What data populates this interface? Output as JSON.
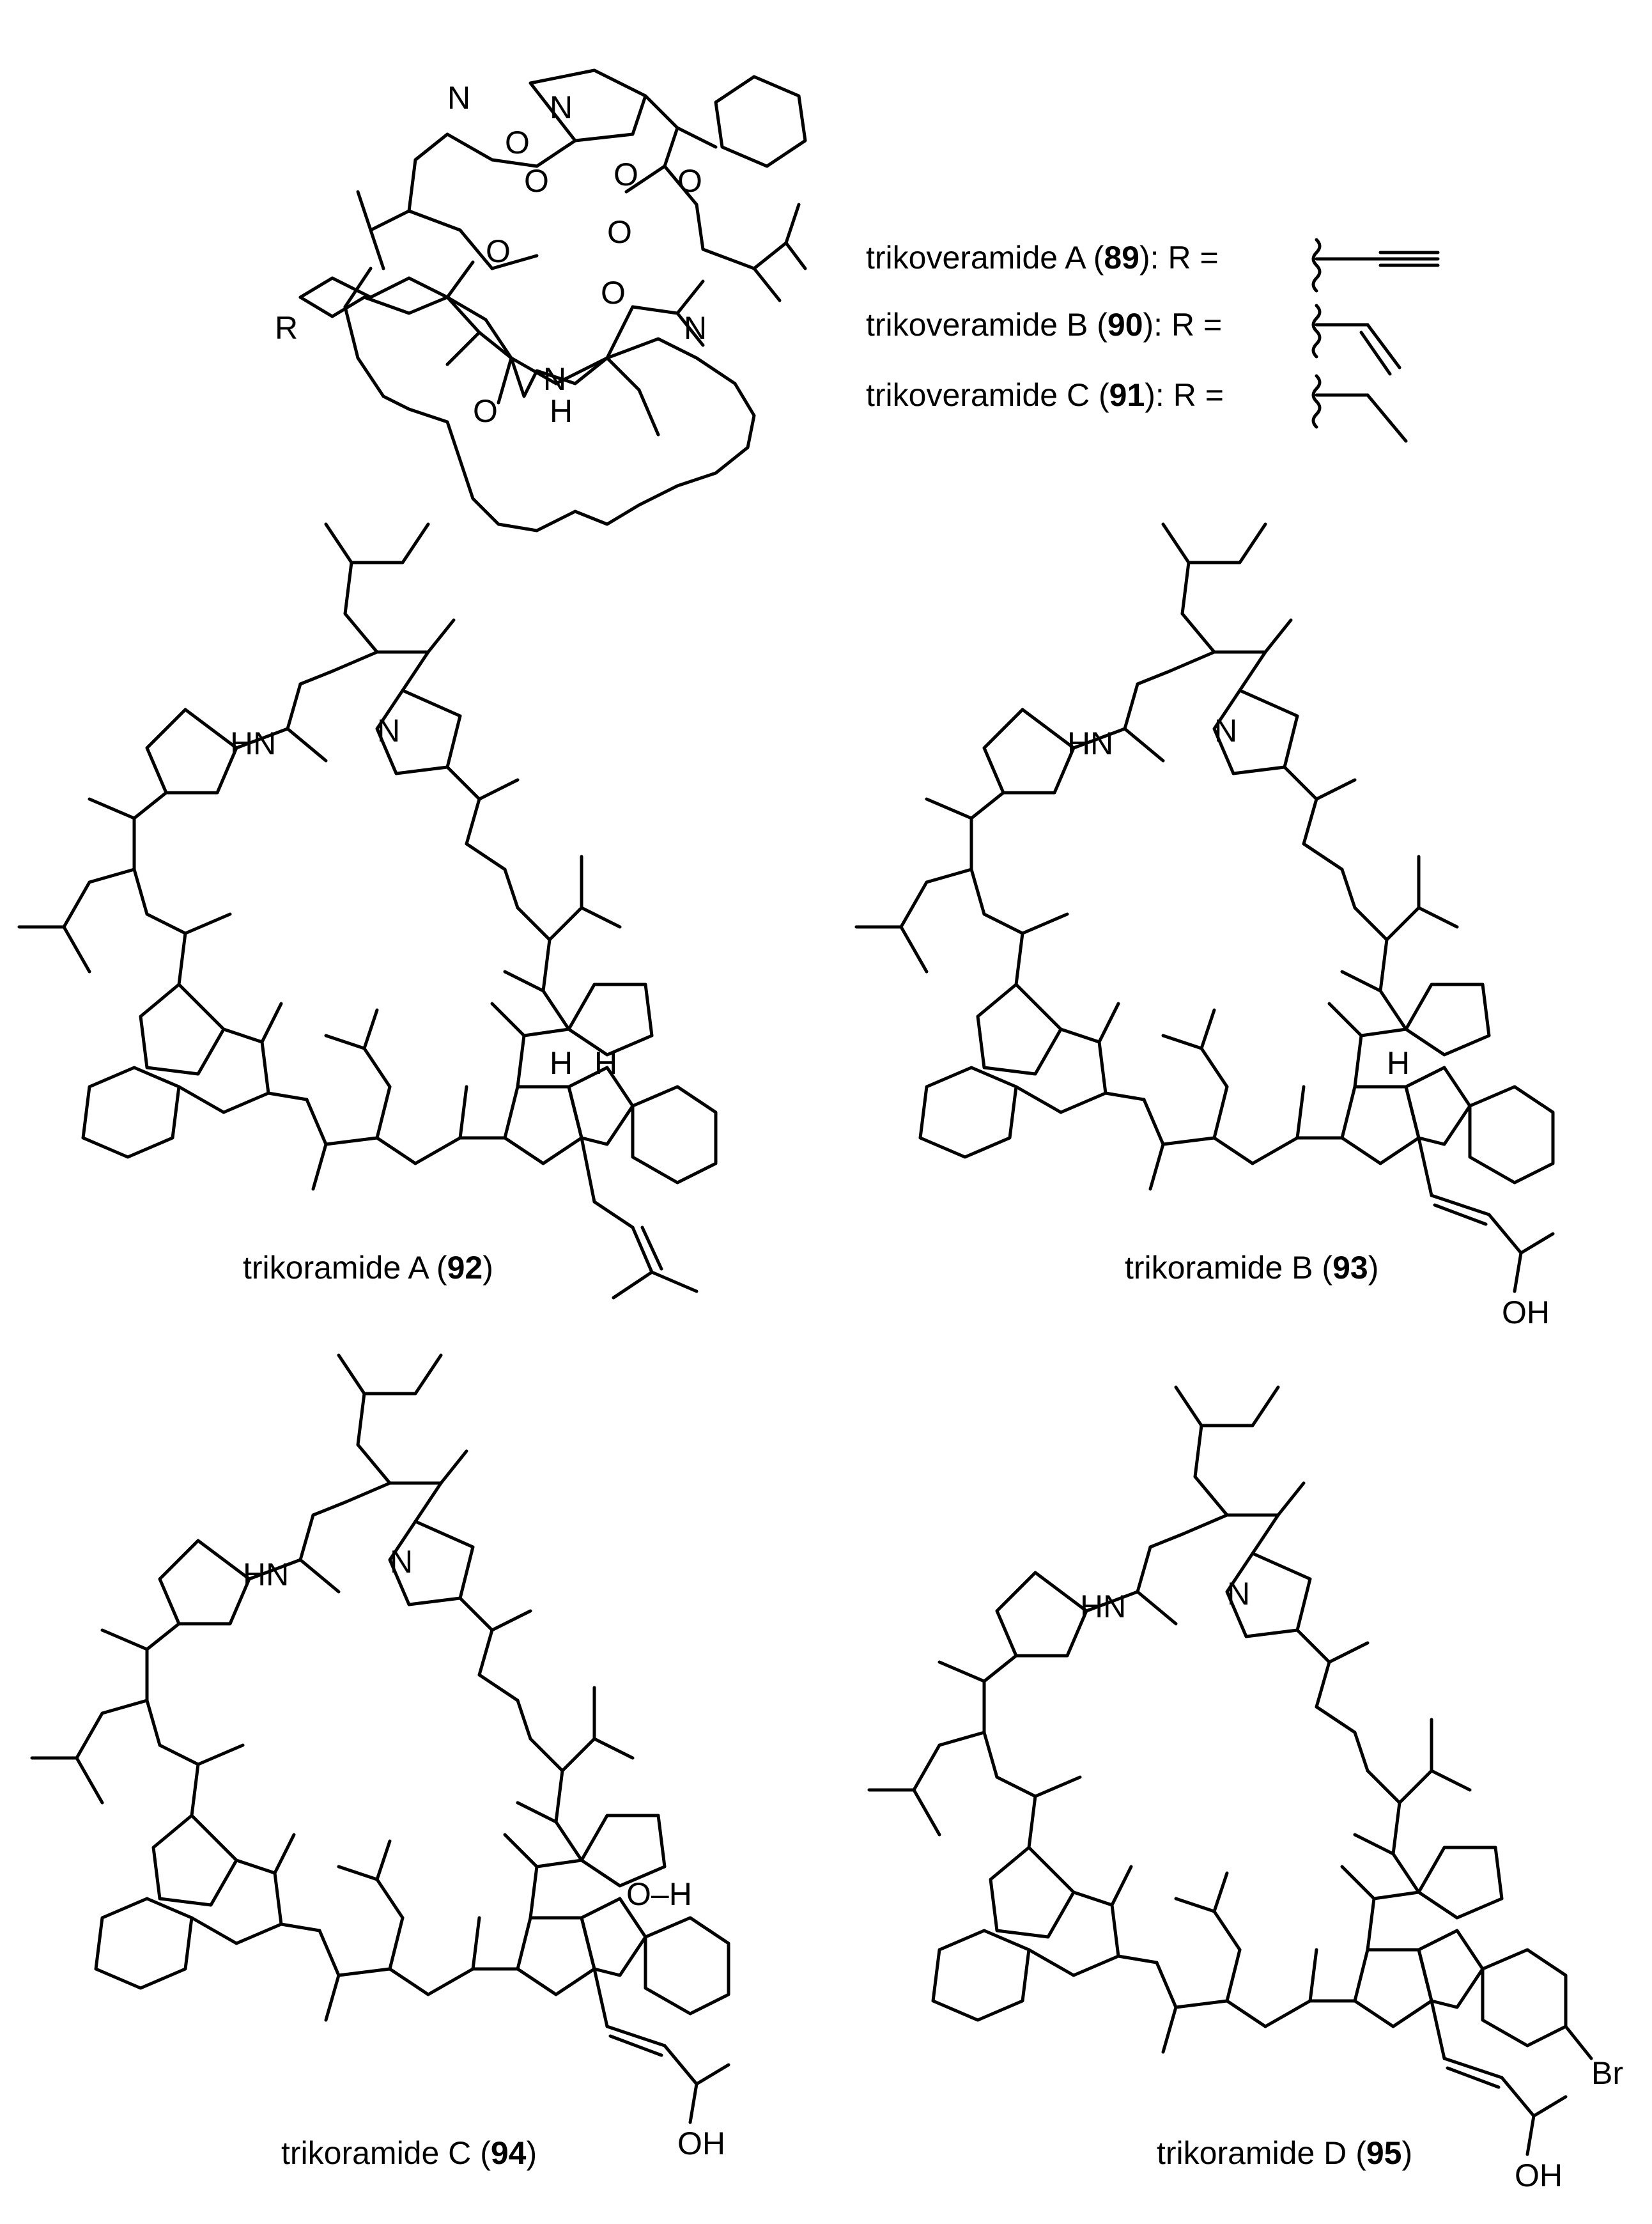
{
  "legend": [
    {
      "name": "trikoveramide A",
      "id": "89",
      "r": "R ="
    },
    {
      "name": "trikoveramide B",
      "id": "90",
      "r": "R ="
    },
    {
      "name": "trikoveramide C",
      "id": "91",
      "r": "R ="
    }
  ],
  "captions": [
    {
      "name": "trikoramide A",
      "id": "92"
    },
    {
      "name": "trikoramide B",
      "id": "93"
    },
    {
      "name": "trikoramide C",
      "id": "94"
    },
    {
      "name": "trikoramide D",
      "id": "95"
    }
  ],
  "atoms": {
    "N": "N",
    "O": "O",
    "NH": "NH",
    "HN": "HN",
    "H": "H",
    "OH": "OH",
    "OH2": "O–H",
    "R": "R",
    "Br": "Br"
  }
}
